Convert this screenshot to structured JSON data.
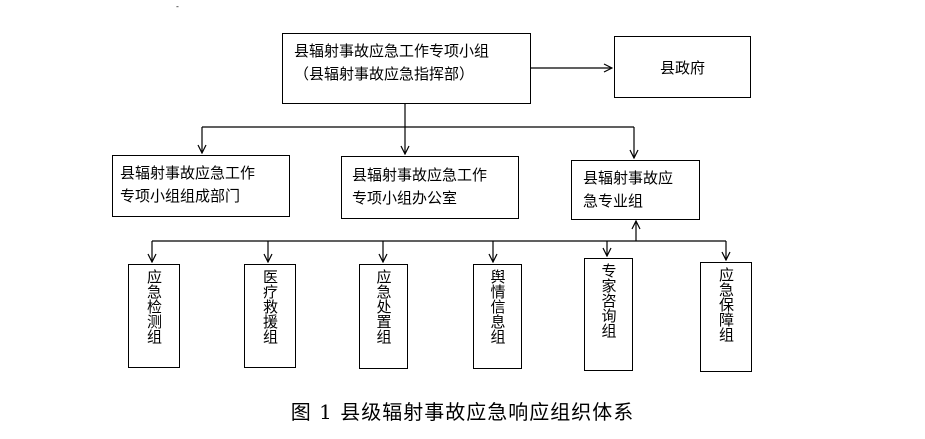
{
  "top": {
    "line1": "县辐射事故应急工作专项小组",
    "line2": "（县辐射事故应急指挥部）"
  },
  "government": {
    "label": "县政府"
  },
  "level2": [
    {
      "line1": "县辐射事故应急工作",
      "line2": "专项小组组成部门"
    },
    {
      "line1": "县辐射事故应急工作",
      "line2": "专项小组办公室"
    },
    {
      "line1": "县辐射事故应",
      "line2": "急专业组"
    }
  ],
  "groups": [
    {
      "label": "应急检测组"
    },
    {
      "label": "医疗救援组"
    },
    {
      "label": "应急处置组"
    },
    {
      "label": "舆情信息组"
    },
    {
      "label": "专家咨询组"
    },
    {
      "label": "应急保障组"
    }
  ],
  "caption": "图 1  县级辐射事故应急响应组织体系",
  "top_mark": "-"
}
